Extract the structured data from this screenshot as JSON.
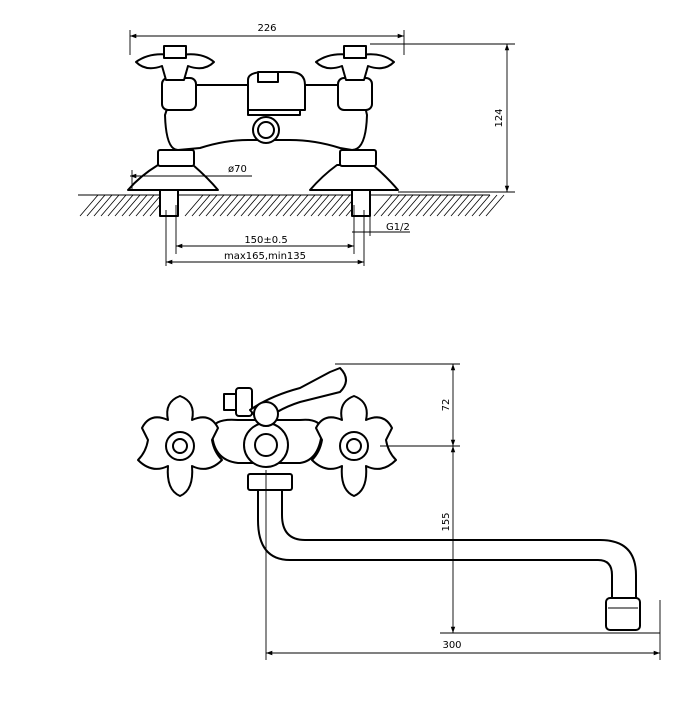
{
  "diagram": {
    "front_view": {
      "dim_width": "226",
      "dim_height": "124",
      "dim_flange": "ø70",
      "dim_center": "150±0.5",
      "dim_range": "max165,min135",
      "dim_thread": "G1/2"
    },
    "top_view": {
      "dim_shower": "72",
      "dim_spout_height": "155",
      "dim_spout_reach": "300"
    }
  }
}
